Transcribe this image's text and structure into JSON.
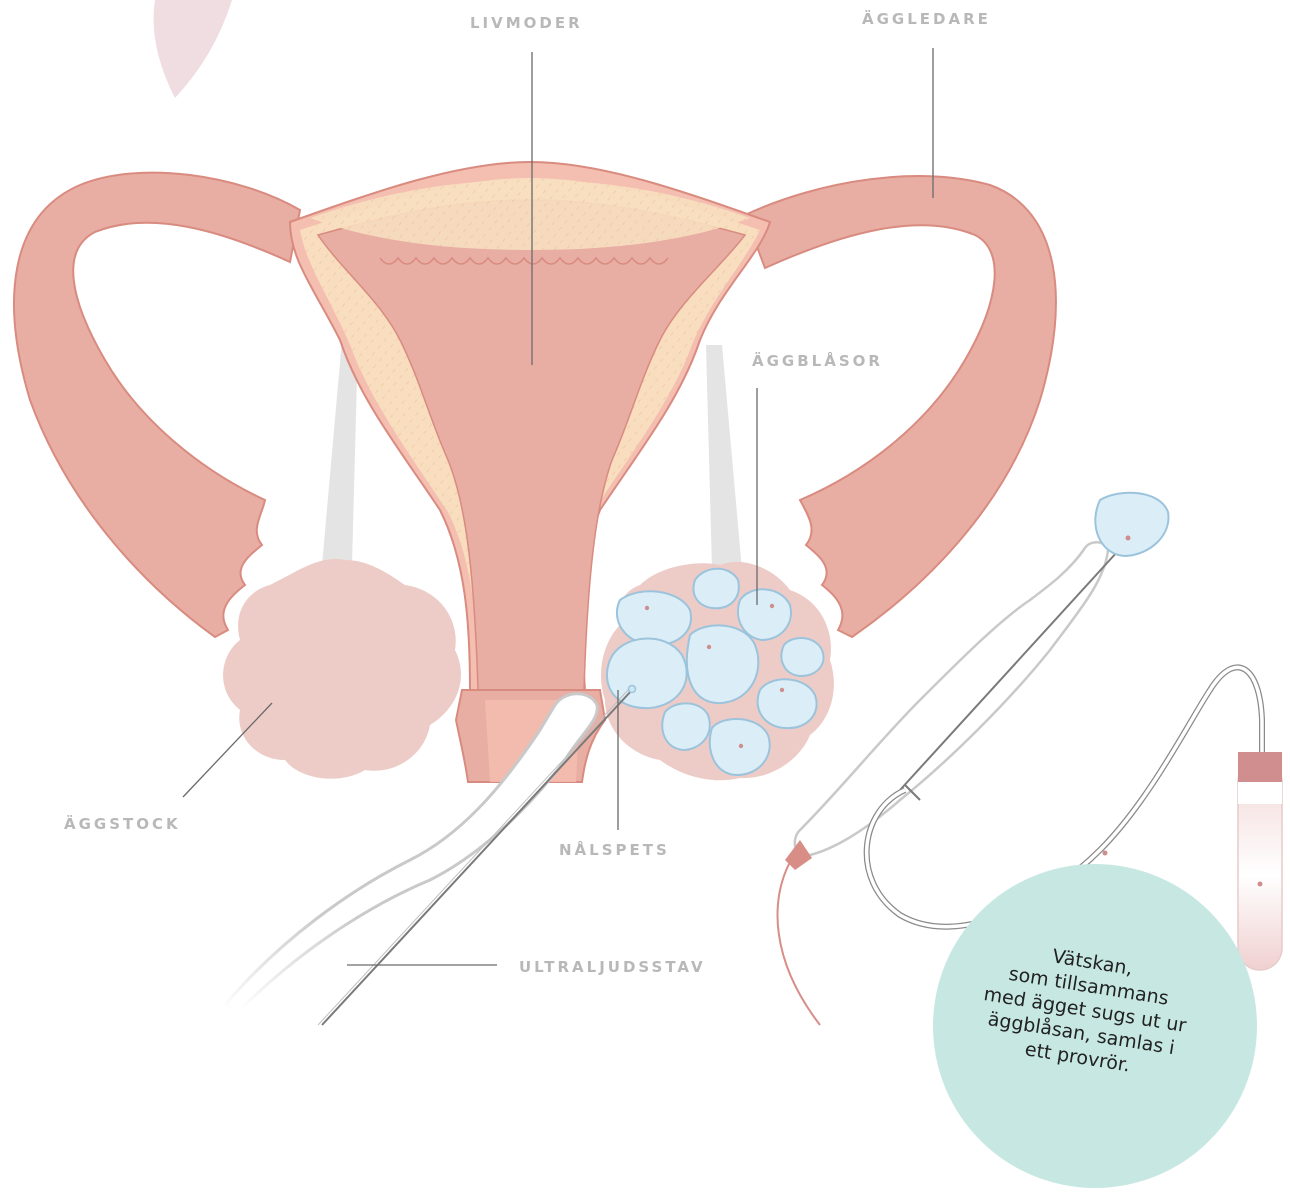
{
  "labels": {
    "uterus": "LIVMODER",
    "fallopian_tube": "ÄGGLEDARE",
    "follicles": "ÄGGBLÅSOR",
    "ovary": "ÄGGSTOCK",
    "needle_tip": "NÅLSPETS",
    "ultrasound_probe": "ULTRALJUDSSTAV"
  },
  "callout": {
    "lines": [
      "Vätskan,",
      "som tillsammans",
      "med ägget sugs ut ur",
      "äggblåsan, samlas i",
      "ett provrör."
    ]
  },
  "colors": {
    "uterus_body": "#e8aea3",
    "uterus_wall": "#f4beb0",
    "uterus_outline": "#d98b80",
    "lining": "#f8dfc0",
    "ovary": "#edccc7",
    "follicle_fill": "#dbeef8",
    "follicle_outline": "#9cc3dc",
    "probe_outline": "#c9c9c9",
    "ligament": "#e2e2e2",
    "callout_bg": "#c7e8e2",
    "tube_cap": "#d18e8e",
    "label_gray": "#b8b8b8"
  }
}
